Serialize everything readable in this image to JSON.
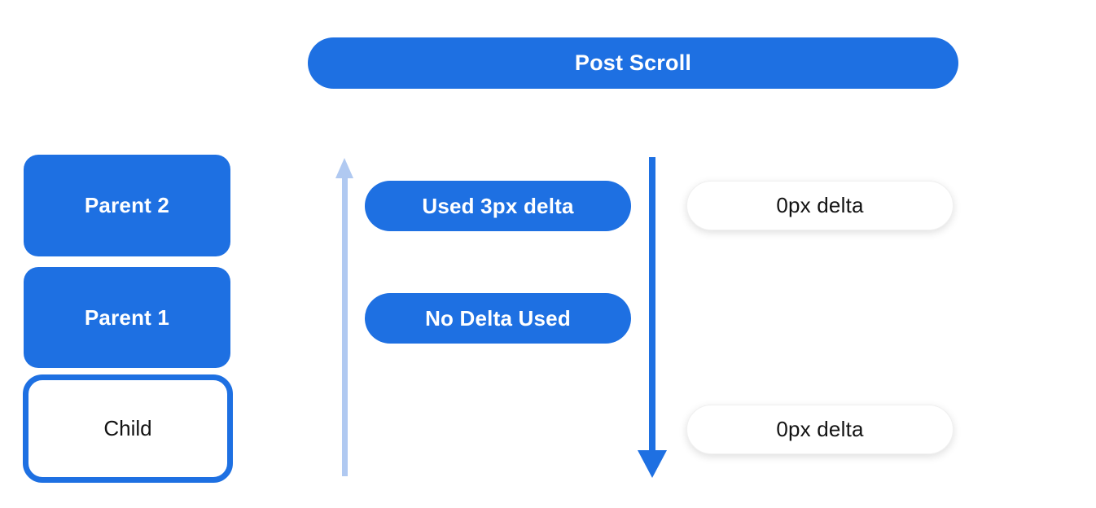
{
  "header": {
    "title": "Post Scroll"
  },
  "hierarchy": {
    "boxes": [
      {
        "label": "Parent 2",
        "variant": "filled"
      },
      {
        "label": "Parent 1",
        "variant": "filled"
      },
      {
        "label": "Child",
        "variant": "outlined"
      }
    ]
  },
  "deltas": {
    "consumed": [
      {
        "label": "Used 3px delta"
      },
      {
        "label": "No Delta Used"
      }
    ],
    "remaining": [
      {
        "label": "0px delta"
      },
      {
        "label": "0px delta"
      }
    ]
  },
  "arrows": {
    "up": {
      "icon": "arrow-up-icon",
      "direction": "up",
      "color": "#b0c9f1"
    },
    "down": {
      "icon": "arrow-down-icon",
      "direction": "down",
      "color": "#1e70e2"
    }
  },
  "colors": {
    "primary_blue": "#1e70e2",
    "light_blue": "#b0c9f1",
    "background": "#ffffff",
    "text_light": "#ffffff",
    "text_dark": "#121212"
  }
}
